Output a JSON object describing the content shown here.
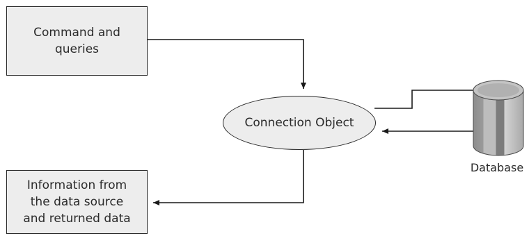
{
  "nodes": {
    "commands": "Command and\nqueries",
    "connection": "Connection Object",
    "information": "Information from\nthe data source\nand returned data",
    "database": "Database"
  },
  "colors": {
    "box_fill": "#ededed",
    "stroke": "#2a2a2a",
    "db_light": "#cfcfcf",
    "db_dark": "#7a7a7a"
  }
}
